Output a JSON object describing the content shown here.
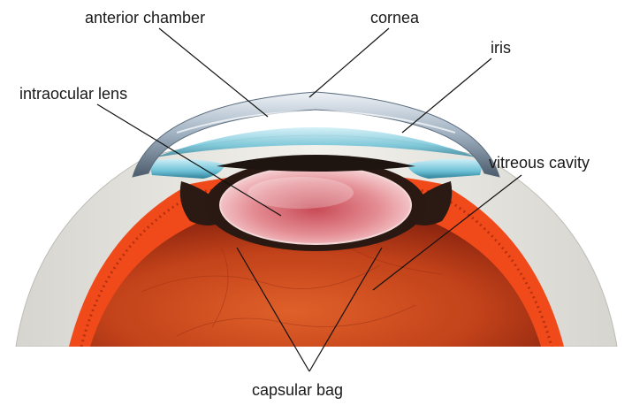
{
  "labels": {
    "anterior_chamber": "anterior chamber",
    "cornea": "cornea",
    "iris": "iris",
    "intraocular_lens": "intraocular lens",
    "vitreous_cavity": "vitreous cavity",
    "capsular_bag": "capsular bag"
  },
  "colors": {
    "sclera": "#e9e8e3",
    "cornea": "#8fa1b3",
    "iris": "#6fc3d8",
    "choroid": "#f04a1a",
    "vitreous": "#c2421a",
    "lens": "#e48d94",
    "pupil_dark": "#1e1410",
    "line": "#111111"
  }
}
